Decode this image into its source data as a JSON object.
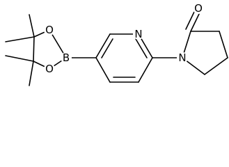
{
  "molecule": {
    "atoms": {
      "O1": "O",
      "O2": "O",
      "B": "B",
      "N_pyridine": "N",
      "N_lactam": "N",
      "O_carbonyl": "O"
    },
    "colors": {
      "bond": "#000000",
      "label": "#000000",
      "background": "#ffffff"
    }
  }
}
